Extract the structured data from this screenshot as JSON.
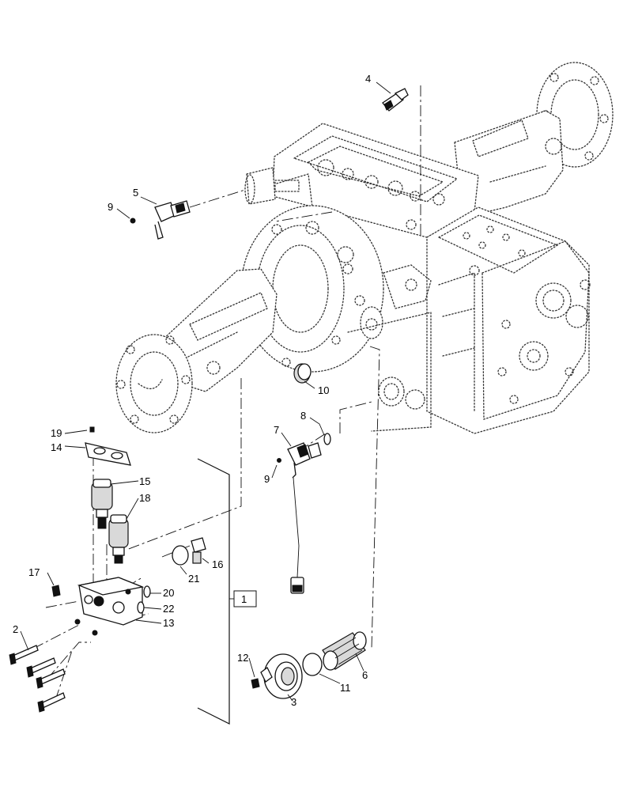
{
  "diagram": {
    "callouts": [
      {
        "id": "1",
        "label": "1"
      },
      {
        "id": "2",
        "label": "2"
      },
      {
        "id": "3",
        "label": "3"
      },
      {
        "id": "4",
        "label": "4"
      },
      {
        "id": "5",
        "label": "5"
      },
      {
        "id": "6",
        "label": "6"
      },
      {
        "id": "7",
        "label": "7"
      },
      {
        "id": "8",
        "label": "8"
      },
      {
        "id": "9a",
        "label": "9"
      },
      {
        "id": "9b",
        "label": "9"
      },
      {
        "id": "10",
        "label": "10"
      },
      {
        "id": "11",
        "label": "11"
      },
      {
        "id": "12",
        "label": "12"
      },
      {
        "id": "13",
        "label": "13"
      },
      {
        "id": "14",
        "label": "14"
      },
      {
        "id": "15",
        "label": "15"
      },
      {
        "id": "16",
        "label": "16"
      },
      {
        "id": "17",
        "label": "17"
      },
      {
        "id": "18",
        "label": "18"
      },
      {
        "id": "19",
        "label": "19"
      },
      {
        "id": "20",
        "label": "20"
      },
      {
        "id": "21",
        "label": "21"
      },
      {
        "id": "22",
        "label": "22"
      }
    ]
  }
}
